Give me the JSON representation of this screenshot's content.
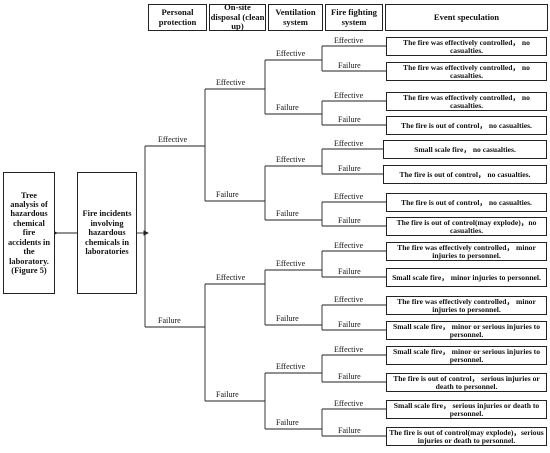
{
  "headers": {
    "personal_protection": "Personal protection",
    "onsite_disposal": "On-site disposal (clean up)",
    "ventilation": "Ventilation system",
    "fire_fighting": "Fire fighting system",
    "event_speculation": "Event speculation"
  },
  "tree_title": "Tree analysis of hazardous chemical fire accidents in the laboratory. (Figure 5)",
  "initiating_event": "Fire incidents involving hazardous chemicals in laboratories",
  "labels": {
    "effective": "Effective",
    "failure": "Failure"
  },
  "outcomes": [
    "The fire was effectively controlled， no casualties.",
    "The fire was effectively controlled， no casualties.",
    "The fire was effectively controlled， no casualties.",
    "The fire is out of control， no casualties.",
    "Small scale fire， no casualties.",
    "The fire is out of control， no casualties.",
    "The fire is out of control， no casualties.",
    "The fire is out of control(may explode)，no casualties.",
    "The fire was effectively controlled， minor injuries to personnel.",
    "Small scale fire， minor injuries to personnel.",
    "The fire was effectively controlled， minor injuries to personnel.",
    "Small scale fire， minor or serious injuries to personnel.",
    "Small scale fire， minor or serious injuries to personnel.",
    "The fire is out of control， serious injuries or death to personnel.",
    "Small scale fire， serious injuries or death to personnel.",
    "The fire is out of control(may explode)，serious injuries or death to personnel."
  ]
}
